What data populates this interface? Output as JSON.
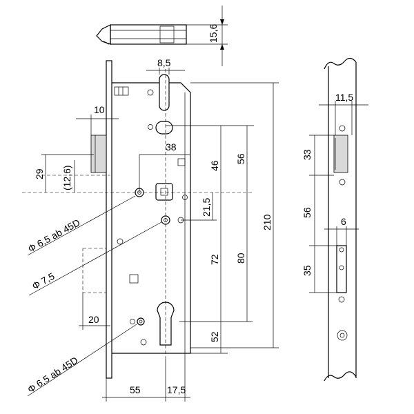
{
  "dimensions": {
    "d_15_6": "15,6",
    "d_8_5": "8,5",
    "d_10": "10",
    "d_38": "38",
    "d_56_top": "56",
    "d_46": "46",
    "d_29": "29",
    "d_12_6": "(12,6)",
    "d_21_5": "21,5",
    "d_72": "72",
    "d_80": "80",
    "d_210": "210",
    "d_52": "52",
    "d_20": "20",
    "d_55": "55",
    "d_17_5": "17,5",
    "d_11_5": "11,5",
    "d_33": "33",
    "d_56_right": "56",
    "d_6": "6",
    "d_35": "35"
  },
  "callouts": {
    "hole_top": "Φ 6,5 ab 45D",
    "hole_mid": "Φ 7,5",
    "hole_bottom": "Φ 6,5 ab 45D"
  }
}
